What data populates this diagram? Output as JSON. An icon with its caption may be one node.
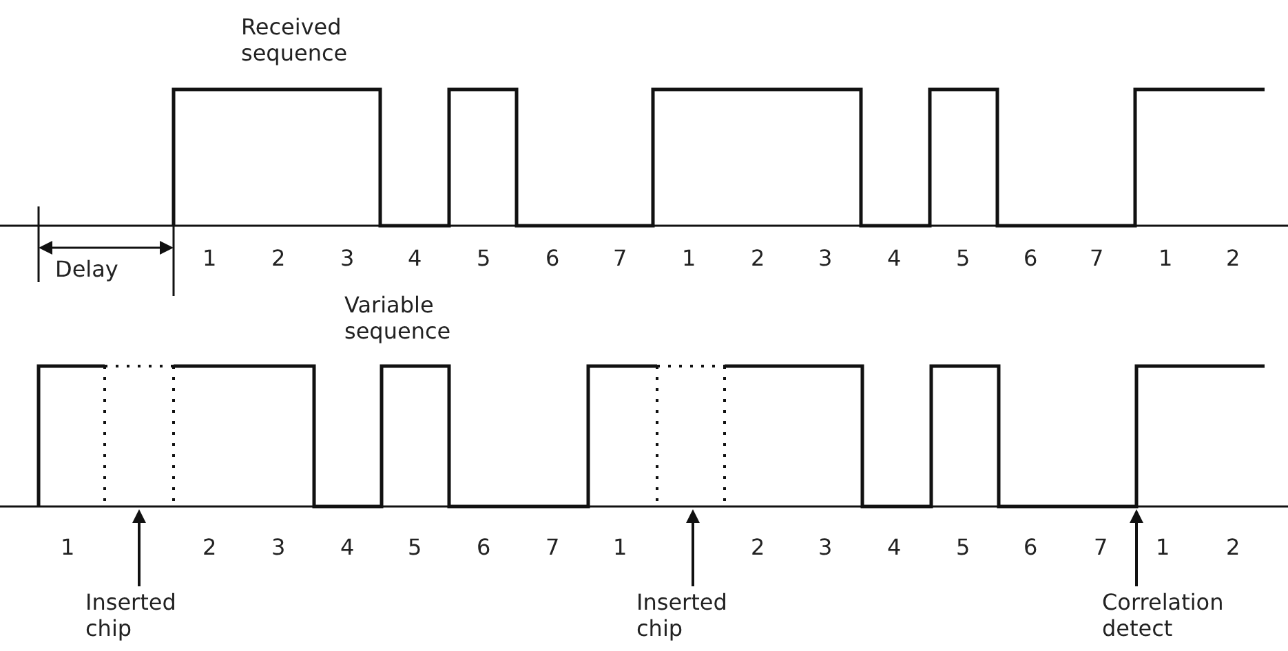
{
  "diagram": {
    "nodes": [
      {
        "text": [
          "Inserted chip"
        ]
      },
      {
        "text": [
          "Inserted chip"
        ]
      },
      {
        "text": [
          "Correlation detect"
        ]
      }
    ],
    "edges": [
      {
        "from": 0,
        "to": null,
        "arrow": "to"
      },
      {
        "from": 1,
        "to": null,
        "arrow": "to"
      },
      {
        "from": 2,
        "to": null,
        "arrow": "to"
      }
    ],
    "labels": [
      "Received sequence",
      "1",
      "2",
      "3",
      "4",
      "5",
      "6",
      "7",
      "1",
      "2",
      "3",
      "4",
      "5",
      "6",
      "7",
      "1",
      "2",
      "Delay",
      "Variable sequence",
      "1",
      "2",
      "3",
      "4",
      "5",
      "6",
      "7",
      "1",
      "2",
      "3",
      "4",
      "5",
      "6",
      "7",
      "1",
      "2"
    ]
  }
}
